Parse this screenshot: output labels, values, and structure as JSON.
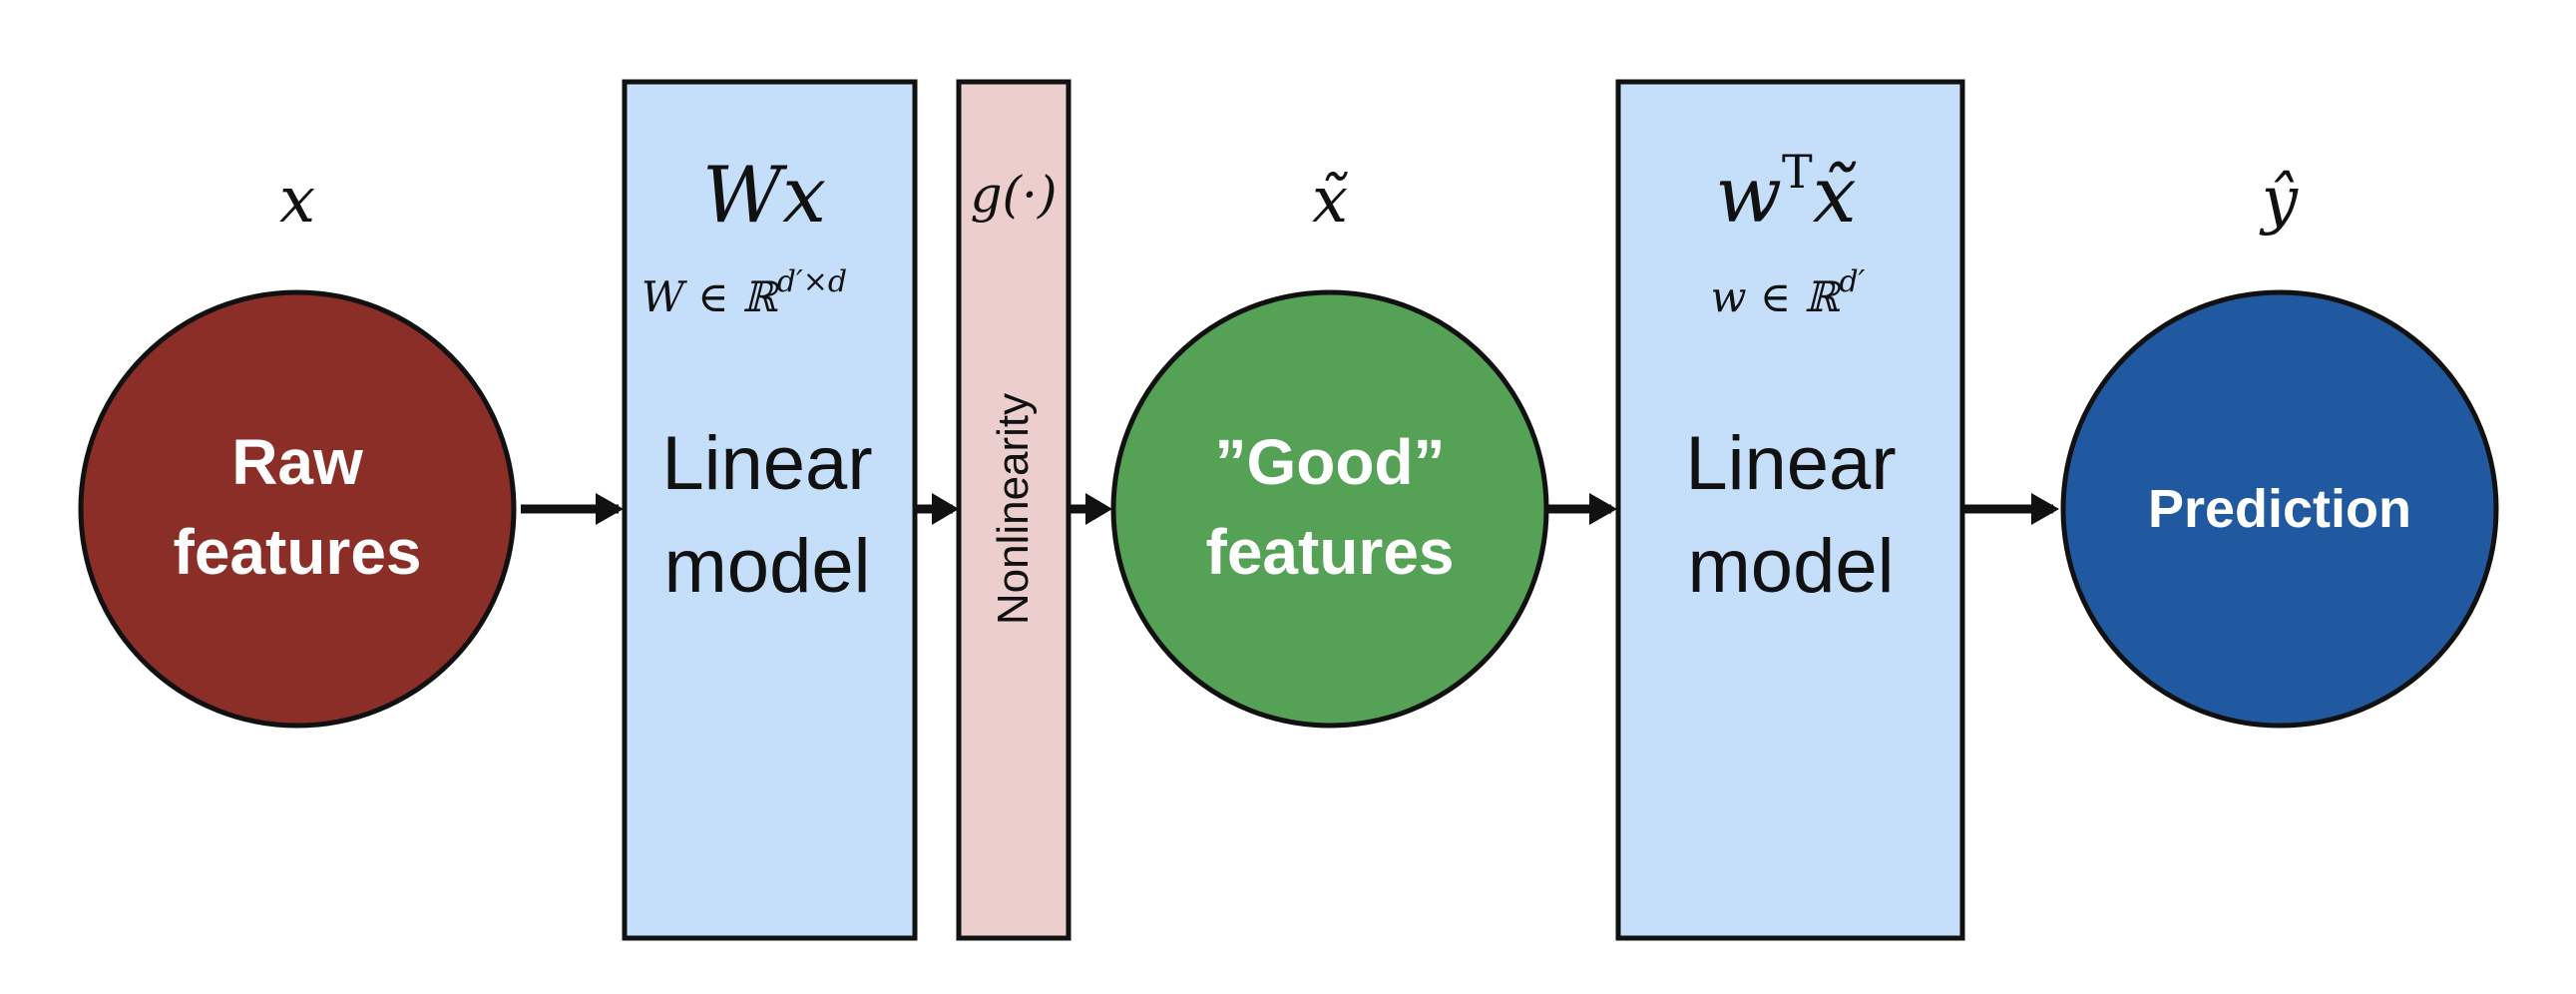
{
  "diagram": {
    "nodes": {
      "raw": {
        "symbol": "x",
        "label_line1": "Raw",
        "label_line2": "features",
        "color": "#8b2e28"
      },
      "linear1": {
        "formula": "Wx",
        "formula_main": "Wx",
        "param": "W ∈ ℝ",
        "param_sup": "d′×d",
        "label_line1": "Linear",
        "label_line2": "model",
        "color": "#c5dffb"
      },
      "nonlinearity": {
        "formula": "g(·)",
        "label": "Nonlinearity",
        "color": "#eccfcd"
      },
      "good": {
        "symbol": "x̃",
        "label_line1": "”Good”",
        "label_line2": "features",
        "color": "#55a155"
      },
      "linear2": {
        "formula_main": "w",
        "formula_sup": "T",
        "formula_tail": "x̃",
        "param": "w ∈ ℝ",
        "param_sup": "d′",
        "label_line1": "Linear",
        "label_line2": "model",
        "color": "#c5dffb"
      },
      "prediction": {
        "symbol": "ŷ",
        "label": "Prediction",
        "color": "#2159a0"
      }
    },
    "colors": {
      "stroke": "#111111",
      "circle_text": "#ffffff",
      "box_text": "#111111"
    }
  }
}
